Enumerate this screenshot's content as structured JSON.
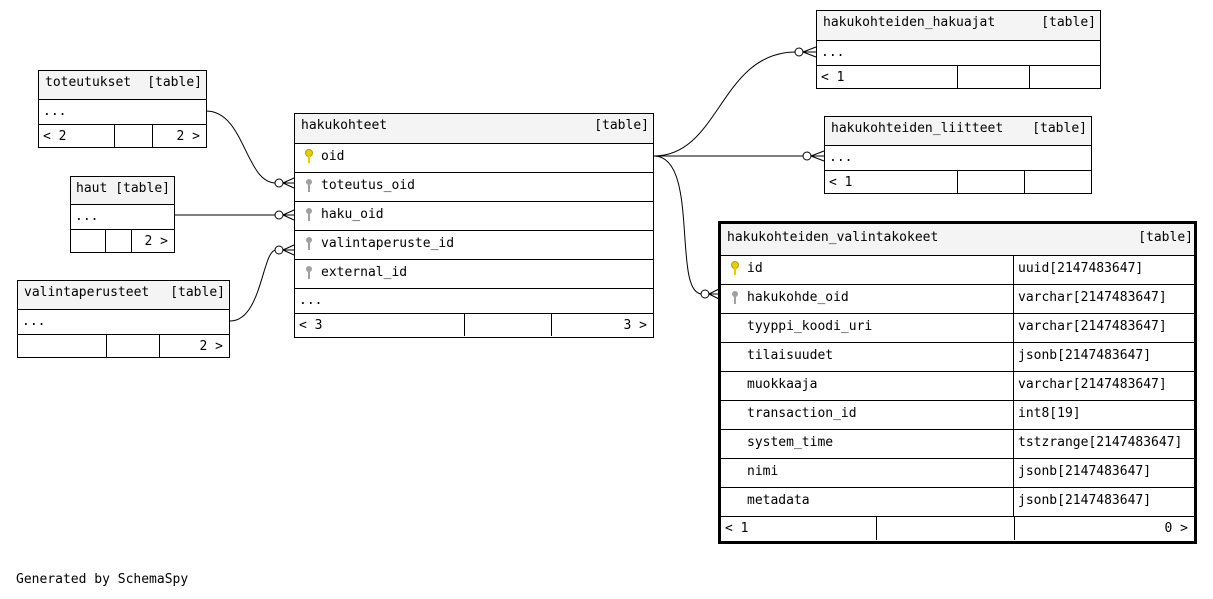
{
  "tables": {
    "toteutukset": {
      "name": "toteutukset",
      "type": "[table]",
      "more": "...",
      "foot_left": "< 2",
      "foot_right": "2 >"
    },
    "haut": {
      "name": "haut",
      "type": "[table]",
      "more": "...",
      "foot_right": "2 >"
    },
    "valintaperusteet": {
      "name": "valintaperusteet",
      "type": "[table]",
      "more": "...",
      "foot_right": "2 >"
    },
    "hakukohteet": {
      "name": "hakukohteet",
      "type": "[table]",
      "columns": [
        "oid",
        "toteutus_oid",
        "haku_oid",
        "valintaperuste_id",
        "external_id"
      ],
      "more": "...",
      "foot_left": "< 3",
      "foot_right": "3 >"
    },
    "hakuajat": {
      "name": "hakukohteiden_hakuajat",
      "type": "[table]",
      "more": "...",
      "foot_left": "< 1"
    },
    "liitteet": {
      "name": "hakukohteiden_liitteet",
      "type": "[table]",
      "more": "...",
      "foot_left": "< 1"
    },
    "valintakokeet": {
      "name": "hakukohteiden_valintakokeet",
      "type": "[table]",
      "columns": [
        {
          "name": "id",
          "type": "uuid[2147483647]"
        },
        {
          "name": "hakukohde_oid",
          "type": "varchar[2147483647]"
        },
        {
          "name": "tyyppi_koodi_uri",
          "type": "varchar[2147483647]"
        },
        {
          "name": "tilaisuudet",
          "type": "jsonb[2147483647]"
        },
        {
          "name": "muokkaaja",
          "type": "varchar[2147483647]"
        },
        {
          "name": "transaction_id",
          "type": "int8[19]"
        },
        {
          "name": "system_time",
          "type": "tstzrange[2147483647]"
        },
        {
          "name": "nimi",
          "type": "jsonb[2147483647]"
        },
        {
          "name": "metadata",
          "type": "jsonb[2147483647]"
        }
      ],
      "foot_left": "< 1",
      "foot_right": "0 >"
    }
  },
  "footer": "Generated by SchemaSpy",
  "colors": {
    "primary_key": "#e8d000",
    "foreign_key": "#a0a0a0",
    "header_bg": "#f4f4f4"
  }
}
